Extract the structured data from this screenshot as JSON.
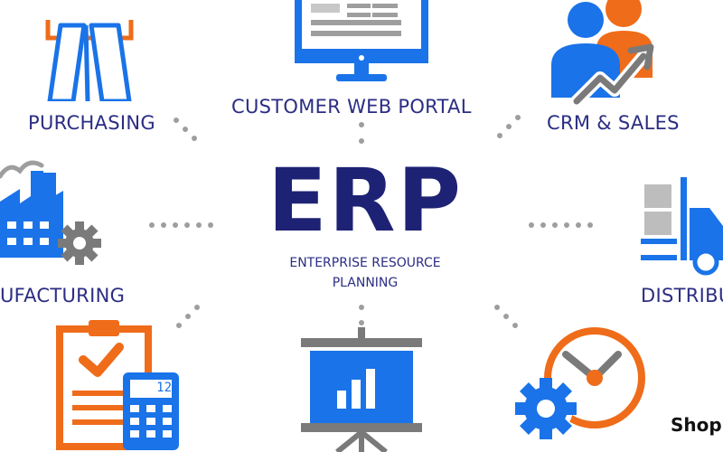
{
  "title": "ERP",
  "subtitle_line1": "ENTERPRISE RESOURCE",
  "subtitle_line2": "PLANNING",
  "modules": {
    "purchasing": "PURCHASING",
    "portal": "CUSTOMER WEB PORTAL",
    "crm": "CRM & SALES",
    "manufacturing": "UFACTURING",
    "distribution": "DISTRIBU"
  },
  "watermark": "Shop",
  "calculator_display": "12",
  "icons": {
    "purchasing": "card-slot-icon",
    "portal": "monitor-icon",
    "crm": "people-growth-icon",
    "manufacturing": "factory-gear-icon",
    "distribution": "forklift-icon",
    "accounting": "clipboard-calculator-icon",
    "reporting": "presentation-chart-icon",
    "automation": "clock-gear-icon"
  },
  "colors": {
    "primary_blue": "#1a73e8",
    "accent_orange": "#ef6c1a",
    "title_navy": "#1e2274",
    "label_navy": "#2b2d83",
    "connector_gray": "#9e9e9e"
  }
}
